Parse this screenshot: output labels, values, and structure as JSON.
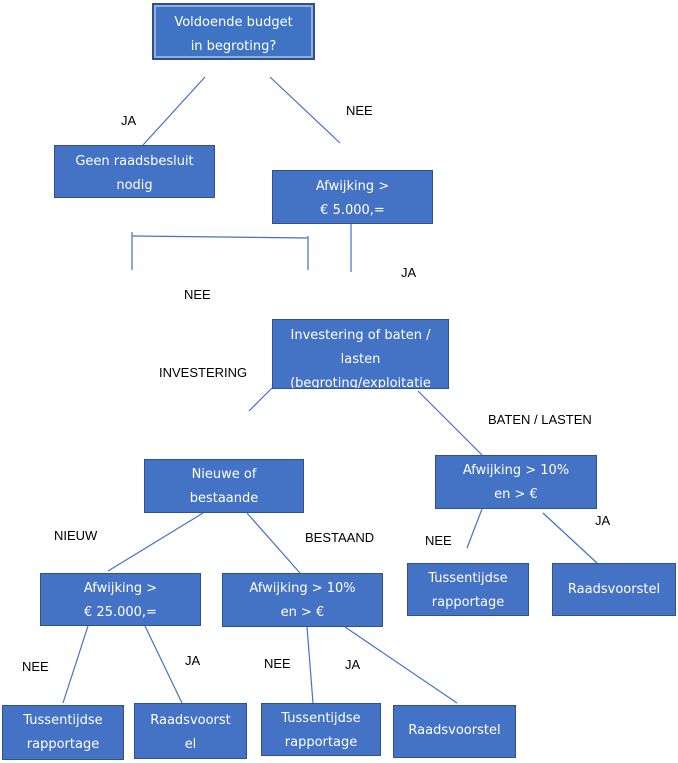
{
  "boxes": {
    "root": "Voldoende budget\nin begroting?",
    "geen_raadsbesluit": "Geen raadsbesluit\nnodig",
    "afwijking_5000": "Afwijking >\n€ 5.000,=",
    "investering_of_baten": "Investering of baten /\nlasten\n(begroting/exploitatie",
    "nieuwe_of_bestaande": "Nieuwe of\nbestaande",
    "afwijking_10_baten": "Afwijking > 10%\nen > €",
    "afwijking_25000": "Afwijking >\n€ 25.000,=",
    "afwijking_10_bestaand": "Afwijking > 10%\nen > €",
    "tussentijdse_rapportage_baten": "Tussentijdse\nrapportage",
    "raadsvoorstel_baten": "Raadsvoorstel",
    "tussentijdse_rapportage_nieuw": "Tussentijdse\nrapportage",
    "raadsvoorstel_nieuw": "Raadsvoorst\nel",
    "tussentijdse_rapportage_bestaand": "Tussentijdse\nrapportage",
    "raadsvoorstel_bestaand": "Raadsvoorstel"
  },
  "labels": {
    "ja_root": "JA",
    "nee_root": "NEE",
    "nee_5000": "NEE",
    "ja_5000": "JA",
    "investering": "INVESTERING",
    "baten_lasten": "BATEN  /  LASTEN",
    "nieuw": "NIEUW",
    "bestaand": "BESTAAND",
    "nee_baten": "NEE",
    "ja_baten": "JA",
    "nee_25000": "NEE",
    "ja_25000": "JA",
    "nee_bestaand": "NEE",
    "ja_bestaand": "JA"
  },
  "colors": {
    "box_fill": "#4472c4",
    "box_border": "#2f528f",
    "box_text": "#ffffff",
    "connector": "#4472c4",
    "label_text": "#000000"
  }
}
